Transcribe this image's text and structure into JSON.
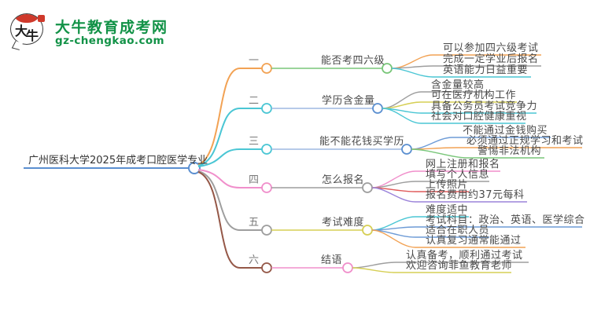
{
  "logo": {
    "brand": "大牛教育成考网",
    "domain": "gz-chengkao.com",
    "icon_chars": [
      "大",
      "牛"
    ],
    "brand_green": "#129247",
    "seal_red": "#cf392b"
  },
  "central": {
    "label": "广州医科大学2025年成考口腔医学专业"
  },
  "branches": [
    {
      "index_label": "一",
      "topic": "能否考四六级",
      "leaves": [
        "可以参加四六级考试",
        "完成一定学业后报名",
        "英语能力日益重要"
      ]
    },
    {
      "index_label": "二",
      "topic": "学历含金量",
      "leaves": [
        "含金量较高",
        "可在医疗机构工作",
        "具备公务员考试竞争力",
        "社会对口腔健康重视"
      ]
    },
    {
      "index_label": "三",
      "topic": "能不能花钱买学历",
      "leaves": [
        "不能通过金钱购买",
        "必须通过正规学习和考试",
        "警惕非法机构"
      ]
    },
    {
      "index_label": "四",
      "topic": "怎么报名",
      "leaves": [
        "网上注册和报名",
        "填写个人信息",
        "上传照片",
        "报名费用约37元每科"
      ]
    },
    {
      "index_label": "五",
      "topic": "考试难度",
      "leaves": [
        "难度适中",
        "考试科目：政治、英语、医学综合",
        "适合在职人员",
        "认真复习通常能通过"
      ]
    },
    {
      "index_label": "六",
      "topic": "结语",
      "leaves": [
        "认真备考，顺利通过考试",
        "欢迎咨询菲鱼教育老师"
      ]
    }
  ],
  "colors": {
    "center_blue": "#5B8FD0",
    "orange": "#F2A254",
    "green": "#79C679",
    "cyan": "#4AC6D4",
    "blue": "#6D9BD6",
    "light_blue": "#9DB9E2",
    "gray": "#9E9E9E",
    "yellow": "#D6CF55",
    "pink": "#F08FCB",
    "red": "#E05A5A",
    "purple": "#9C84DA",
    "brown": "#955848"
  }
}
